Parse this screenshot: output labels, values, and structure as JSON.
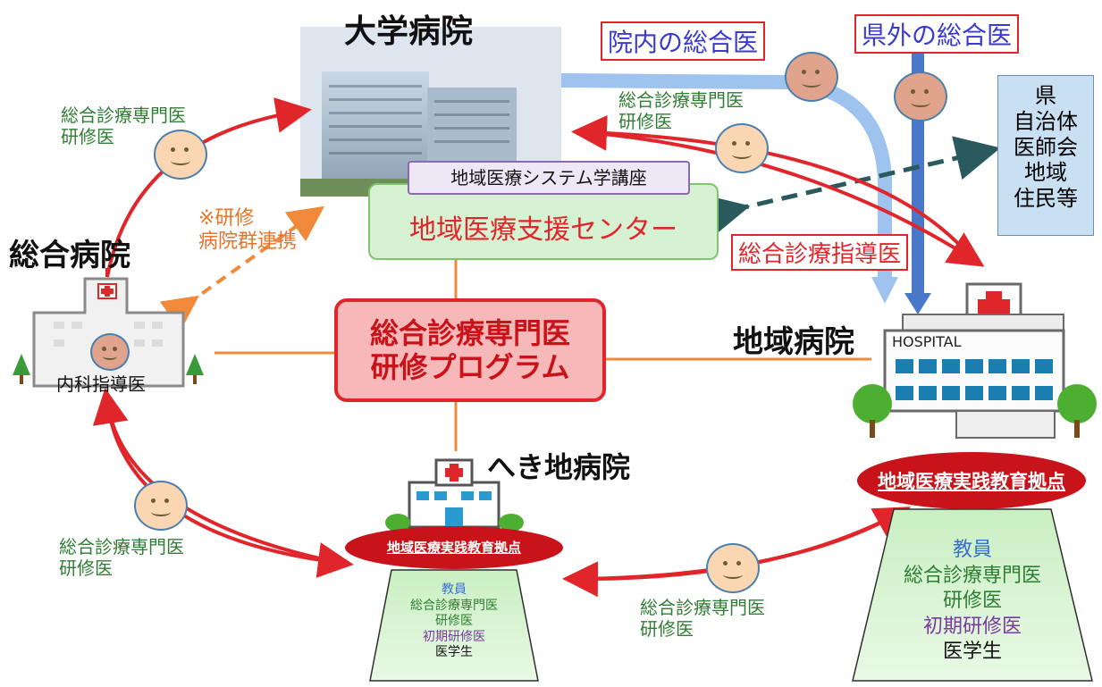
{
  "colors": {
    "green_text": "#2e7d32",
    "orange_text": "#e8742a",
    "red_arrow": "#e0262b",
    "blue_text": "#3a3ad0",
    "program_box": "#f6b8b8",
    "center_box": "#d6f2d2"
  },
  "labels": {
    "daigaku": "大学病院",
    "innai": "院内の総合医",
    "kengai": "県外の総合医",
    "sogo_top_left_1": "総合診療専門医",
    "sogo_top_left_2": "研修医",
    "sogo_top_mid_1": "総合診療専門医",
    "sogo_top_mid_2": "研修医",
    "kouza": "地域医療システム学講座",
    "center": "地域医療支援センター",
    "shido": "総合診療指導医",
    "kenshu_renkei_1": "※研修",
    "kenshu_renkei_2": "病院群連携",
    "sogo_byoin": "総合病院",
    "naika": "内科指導医",
    "program_1": "総合診療専門医",
    "program_2": "研修プログラム",
    "chiiki_byoin": "地域病院",
    "hospital_sign": "HOSPITAL",
    "hekichi": "へき地病院",
    "kyoten_small": "地域医療実践教育拠点",
    "kyoten_big": "地域医療実践教育拠点",
    "left_bottom_1": "総合診療専門医",
    "left_bottom_2": "研修医",
    "mid_bottom_1": "総合診療専門医",
    "mid_bottom_2": "研修医",
    "pref_1": "県",
    "pref_2": "自治体",
    "pref_3": "医師会",
    "pref_4": "地域",
    "pref_5": "住民等",
    "small_tri": {
      "kyoin": "教員",
      "sogo": "総合診療専門医",
      "kenshu": "研修医",
      "shoki": "初期研修医",
      "igaku": "医学生"
    },
    "big_tri": {
      "kyoin": "教員",
      "sogo": "総合診療専門医",
      "kenshu": "研修医",
      "shoki": "初期研修医",
      "igaku": "医学生"
    }
  }
}
